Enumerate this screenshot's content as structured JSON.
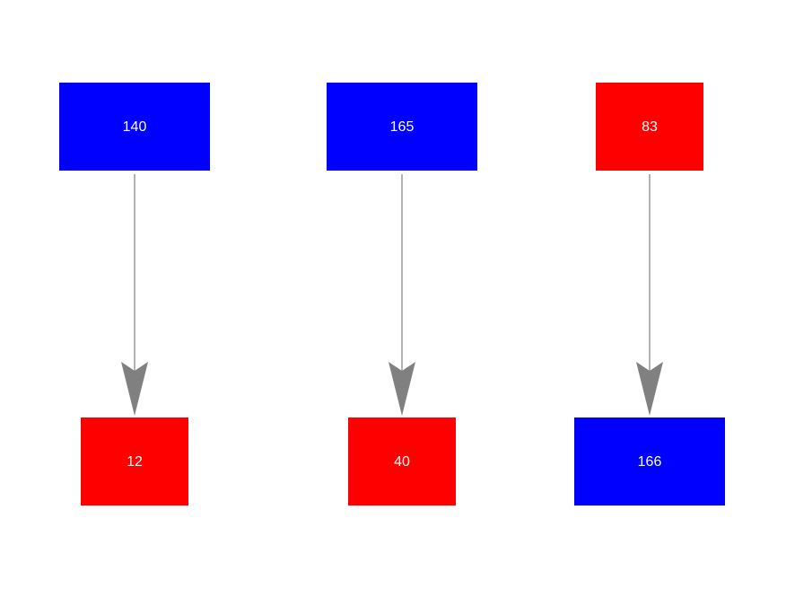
{
  "colors": {
    "blue": "#0000ff",
    "red": "#ff0000",
    "edge": "#808080",
    "label": "#ffffff",
    "background": "#ffffff"
  },
  "nodes": {
    "n140": {
      "label": "140",
      "color": "blue"
    },
    "n165": {
      "label": "165",
      "color": "blue"
    },
    "n83": {
      "label": "83",
      "color": "red"
    },
    "n12": {
      "label": "12",
      "color": "red"
    },
    "n40": {
      "label": "40",
      "color": "red"
    },
    "n166": {
      "label": "166",
      "color": "blue"
    }
  },
  "edges": [
    {
      "from": "140",
      "to": "12"
    },
    {
      "from": "165",
      "to": "40"
    },
    {
      "from": "83",
      "to": "166"
    }
  ]
}
